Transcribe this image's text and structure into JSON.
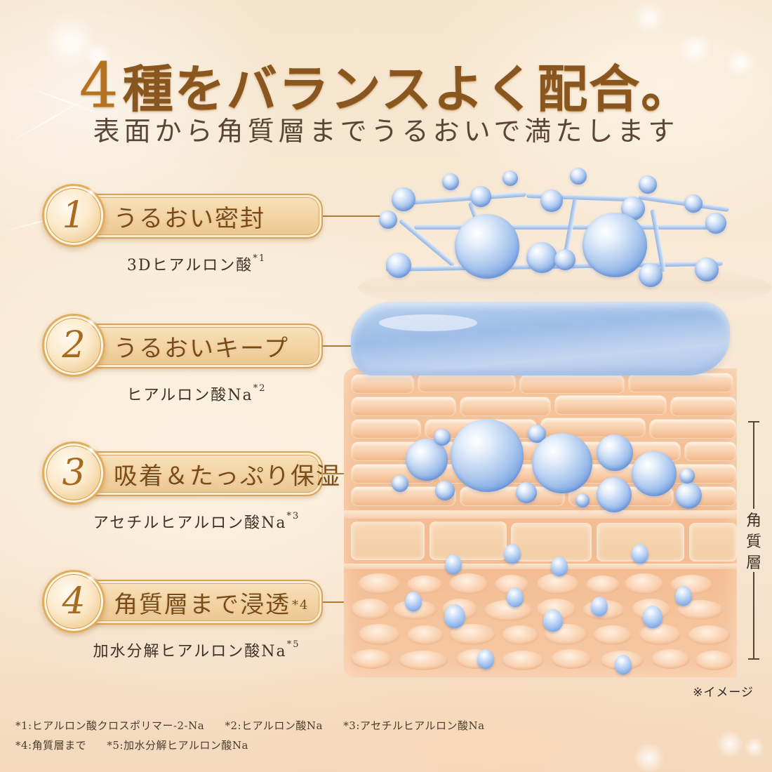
{
  "header": {
    "title_number": "4",
    "title_rest": "種をバランスよく配合。",
    "subtitle": "表面から角質層までうるおいで満たします"
  },
  "features": [
    {
      "number": "1",
      "label": "うるおい密封",
      "label_note": "",
      "ingredient": "3Dヒアルロン酸",
      "ingredient_note": "*1"
    },
    {
      "number": "2",
      "label": "うるおいキープ",
      "label_note": "",
      "ingredient": "ヒアルロン酸Na",
      "ingredient_note": "*2"
    },
    {
      "number": "3",
      "label": "吸着＆たっぷり保湿",
      "label_note": "",
      "ingredient": "アセチルヒアルロン酸Na",
      "ingredient_note": "*3"
    },
    {
      "number": "4",
      "label": "角質層まで浸透",
      "label_note": "*4",
      "ingredient": "加水分解ヒアルロン酸Na",
      "ingredient_note": "*5"
    }
  ],
  "illustration": {
    "layer_label": "角質層",
    "layer_label_chars": [
      "角",
      "質",
      "層"
    ],
    "image_note": "※イメージ"
  },
  "footnotes": {
    "line1": [
      "*1:ヒアルロン酸クロスポリマー-2-Na",
      "*2:ヒアルロン酸Na",
      "*3:アセチルヒアルロン酸Na"
    ],
    "line2": [
      "*4:角質層まで",
      "*5:加水分解ヒアルロン酸Na"
    ]
  },
  "colors": {
    "title_gold": "#8a561f",
    "title_number_gold": "#b5731f",
    "text_dark": "#3e3228",
    "banner_gold": "#f3d3a2",
    "banner_border": "#d5a35a",
    "connector": "#b07a32",
    "skin": "#f3bb91",
    "gel_blue": "#9ebde8",
    "sphere_blue": "#6d9be0",
    "background": "#f8ead6"
  }
}
